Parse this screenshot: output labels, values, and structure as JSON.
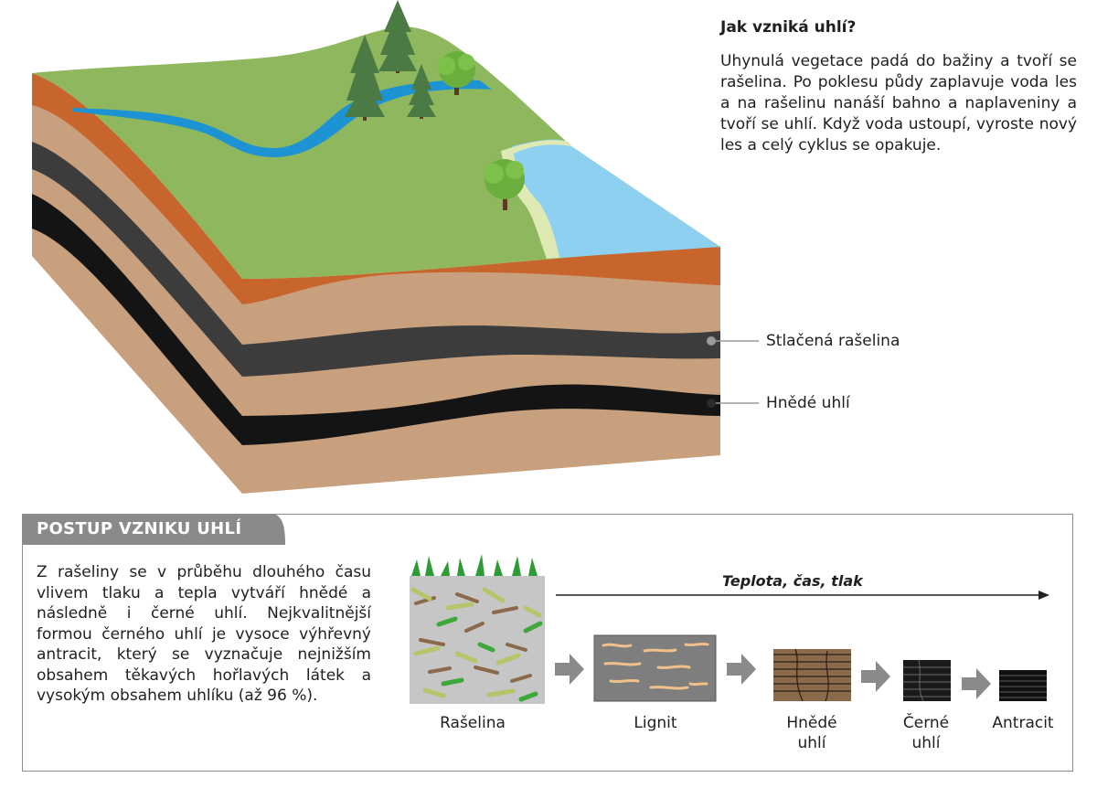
{
  "top_section": {
    "heading": "Jak vzniká uhlí?",
    "description": "Uhynulá vegetace padá do bažiny a tvoří se rašelina. Po poklesu půdy zaplavuje voda les a na rašelinu nanáší bahno a naplaveniny a tvoří se uhlí. Když voda ustoupí, vyroste nový les a celý cyklus se opakuje."
  },
  "diagram_labels": {
    "compressed_peat": "Stlačená rašelina",
    "brown_coal": "Hnědé uhlí"
  },
  "process_section": {
    "title": "POSTUP VZNIKU UHLÍ",
    "text": "Z rašeliny se v průběhu dlouhého času vlivem tlaku a tepla vytváří hnědé a následně i černé uhlí. Nejkvalitnější formou černého uhlí je vysoce výhřevný antracit, který se vyznačuje nejnižším obsahem těkavých hořlavých látek a vysokým obsahem uhlíku (až 96 %).",
    "axis_label": "Teplota, čas, tlak",
    "stages": [
      {
        "line1": "Rašelina",
        "line2": ""
      },
      {
        "line1": "Lignit",
        "line2": ""
      },
      {
        "line1": "Hnědé",
        "line2": "uhlí"
      },
      {
        "line1": "Černé",
        "line2": "uhlí"
      },
      {
        "line1": "Antracit",
        "line2": ""
      }
    ]
  },
  "colors": {
    "grass": "#8fb85e",
    "soil": "#c9a07e",
    "orange_layer": "#c8652d",
    "peat_layer": "#3c3c3c",
    "coal_layer": "#141414",
    "river": "#1e93d4",
    "lake": "#8ed0ef",
    "section_tab": "#8a8a8a",
    "arrow_gray": "#8a8a8a"
  }
}
